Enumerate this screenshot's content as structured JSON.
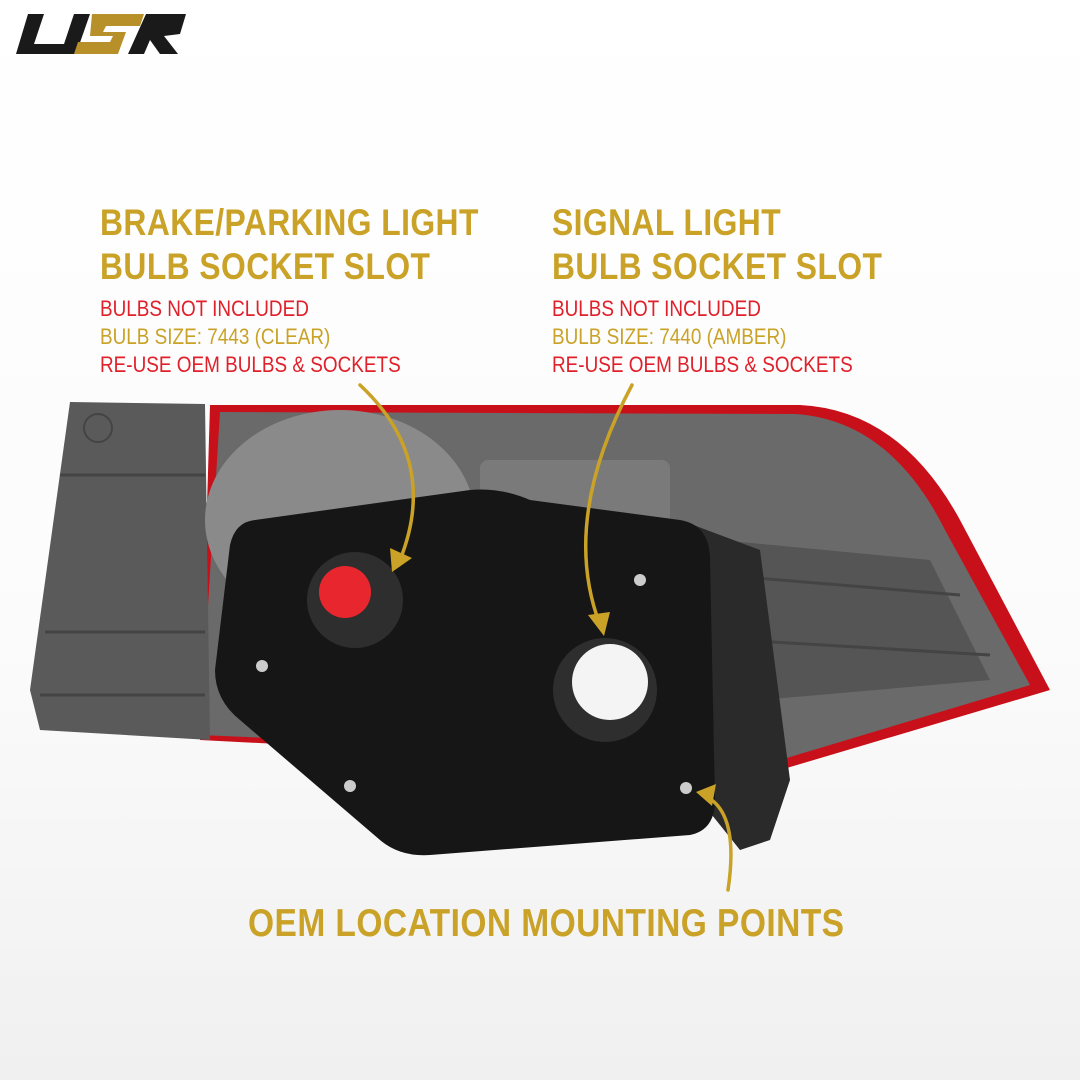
{
  "brand": {
    "logo_text": "USR",
    "colors": {
      "black": "#1a1a1a",
      "gold": "#c9a227"
    }
  },
  "callouts": {
    "brake": {
      "title_line1": "BRAKE/PARKING LIGHT",
      "title_line2": "BULB SOCKET SLOT",
      "note1": "BULBS NOT INCLUDED",
      "note2": "BULB SIZE: 7443 (CLEAR)",
      "note3": "RE-USE OEM BULBS & SOCKETS"
    },
    "signal": {
      "title_line1": "SIGNAL LIGHT",
      "title_line2": "BULB SOCKET SLOT",
      "note1": "BULBS NOT INCLUDED",
      "note2": "BULB SIZE: 7440 (AMBER)",
      "note3": "RE-USE OEM BULBS & SOCKETS"
    },
    "mounting": {
      "title": "OEM LOCATION MOUNTING POINTS"
    }
  },
  "colors": {
    "accent_gold": "#c9a227",
    "accent_red": "#e0202a",
    "housing_gray": "#5e5e5e",
    "gasket_black": "#161616"
  }
}
